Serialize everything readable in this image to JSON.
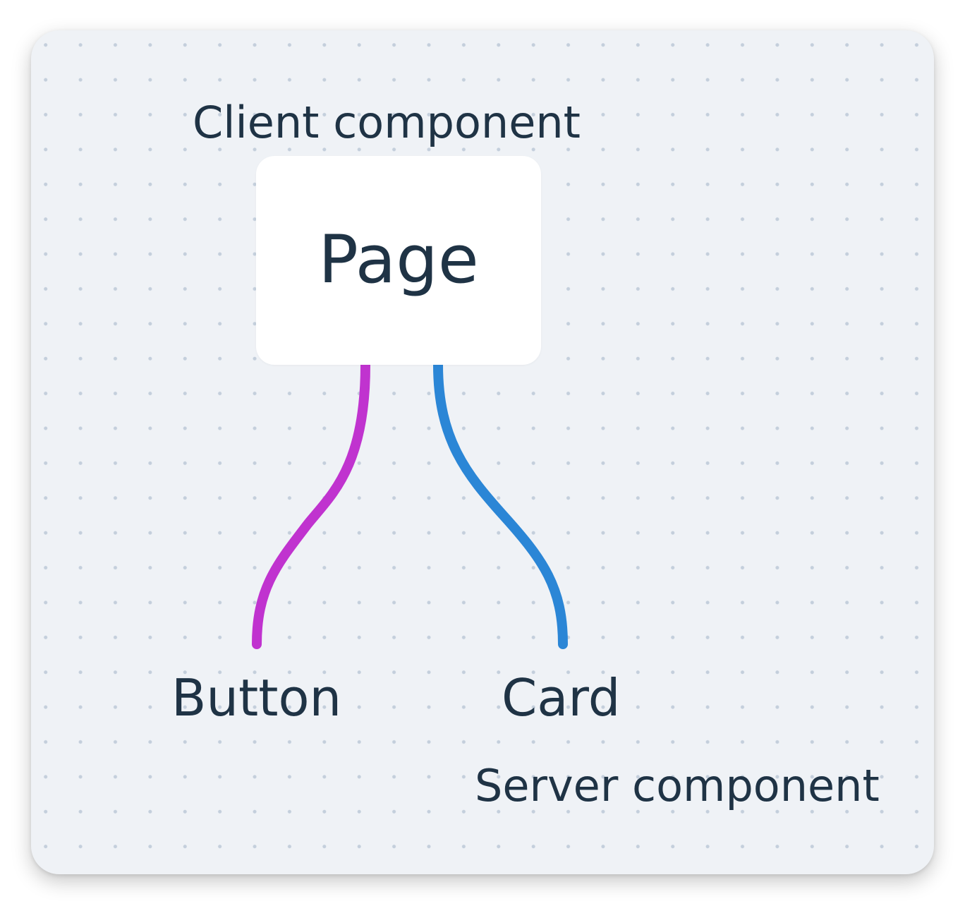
{
  "diagram": {
    "client_label": "Client component",
    "server_label": "Server component",
    "nodes": {
      "page": "Page",
      "button": "Button",
      "card": "Card"
    },
    "edges": [
      {
        "from": "Page",
        "to": "Button",
        "color": "#c033cf"
      },
      {
        "from": "Page",
        "to": "Card",
        "color": "#2b86d6"
      }
    ],
    "colors": {
      "background": "#eff2f6",
      "grid_dot": "#c4cfdc",
      "text": "#1f3345",
      "node_fill": "#ffffff"
    }
  }
}
